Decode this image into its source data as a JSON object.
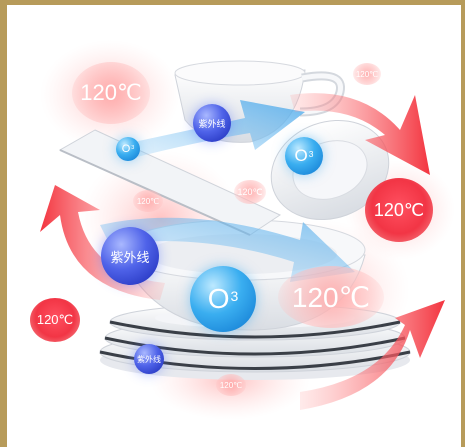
{
  "temp_label": "120℃",
  "uv_label": "紫外线",
  "o3_label": "O",
  "o3_superscript": "3",
  "colors": {
    "frame": "#b79b5a",
    "heat_red": "#f23545",
    "uv_blue": "#4f63e9",
    "ozone_blue": "#3aaef0",
    "steam_blue": "#6ab8ee"
  },
  "icons": [
    "circular-heat-arrow-icon",
    "airflow-arrow-icon",
    "tableware-stack-icon"
  ]
}
